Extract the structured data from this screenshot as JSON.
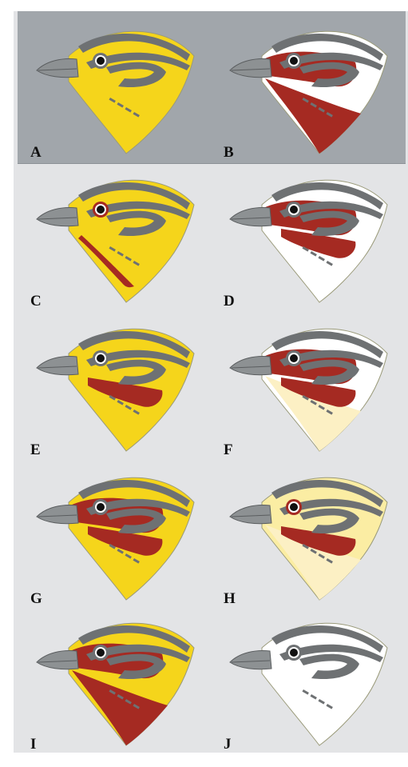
{
  "figure": {
    "highlight_color": "#a1a6ab",
    "background_color": "#e3e4e6",
    "colors": {
      "yellow": "#f5d51b",
      "red": "#a52a22",
      "white": "#ffffff",
      "pale_yellow": "#fbeda3",
      "cream": "#fcf0c4",
      "gray_marks": "#6e7173",
      "bill": "#8d9193"
    },
    "panels": [
      {
        "label": "A",
        "face": "yellow",
        "marks": "gray_marks",
        "eye_ring": "gray_marks",
        "highlighted": true
      },
      {
        "label": "B",
        "face": "white",
        "marks": "gray_marks",
        "eye_ring": "gray_marks",
        "highlighted": true,
        "red_mask": true,
        "red_throat": true
      },
      {
        "label": "C",
        "face": "yellow",
        "marks": "gray_marks",
        "eye_ring": "red",
        "red_malar": true
      },
      {
        "label": "D",
        "face": "white",
        "marks": "gray_marks",
        "eye_ring": "gray_marks",
        "red_mask": true,
        "red_cheek": true
      },
      {
        "label": "E",
        "face": "yellow",
        "marks": "gray_marks",
        "eye_ring": "gray_marks",
        "red_cheek": true
      },
      {
        "label": "F",
        "face": "white",
        "throat": "cream",
        "marks": "gray_marks",
        "eye_ring": "gray_marks",
        "red_mask": true,
        "red_cheek": true
      },
      {
        "label": "G",
        "face": "yellow",
        "marks": "gray_marks",
        "eye_ring": "gray_marks",
        "red_mask": true,
        "red_cheek": true
      },
      {
        "label": "H",
        "face": "pale_yellow",
        "throat": "cream",
        "marks": "gray_marks",
        "eye_ring": "red",
        "red_cheek": true
      },
      {
        "label": "I",
        "face": "yellow",
        "marks": "gray_marks",
        "eye_ring": "gray_marks",
        "red_mask": true,
        "red_throat": true
      },
      {
        "label": "J",
        "face": "white",
        "marks": "gray_marks",
        "eye_ring": "gray_marks"
      }
    ]
  }
}
